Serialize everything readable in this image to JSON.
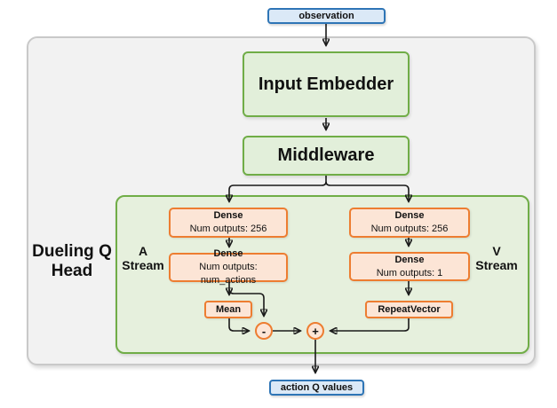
{
  "nodes": {
    "observation": {
      "label": "observation"
    },
    "input_embedder": {
      "label": "Input Embedder"
    },
    "middleware": {
      "label": "Middleware"
    },
    "a_dense_1": {
      "title": "Dense",
      "subtitle": "Num outputs: 256"
    },
    "a_dense_2": {
      "title": "Dense",
      "subtitle": "Num outputs: num_actions"
    },
    "v_dense_1": {
      "title": "Dense",
      "subtitle": "Num outputs: 256"
    },
    "v_dense_2": {
      "title": "Dense",
      "subtitle": "Num outputs: 1"
    },
    "mean": {
      "label": "Mean"
    },
    "repeat_vector": {
      "label": "RepeatVector"
    },
    "subtract": {
      "label": "-"
    },
    "add": {
      "label": "+"
    },
    "action_q_values": {
      "label": "action Q values"
    }
  },
  "labels": {
    "dueling_q_head": {
      "line1": "Dueling Q",
      "line2": "Head"
    },
    "a_stream": {
      "line1": "A",
      "line2": "Stream"
    },
    "v_stream": {
      "line1": "V",
      "line2": "Stream"
    }
  },
  "colors": {
    "blue_fill": "#dbe9f7",
    "blue_border": "#2e75b6",
    "green_fill": "#e2efda",
    "green_border": "#70ad47",
    "orange_fill": "#fce5d6",
    "orange_border": "#ed7d31",
    "grey_fill": "#f2f2f2",
    "grey_border": "#c9c9c9",
    "arrow": "#1a1a1a"
  }
}
